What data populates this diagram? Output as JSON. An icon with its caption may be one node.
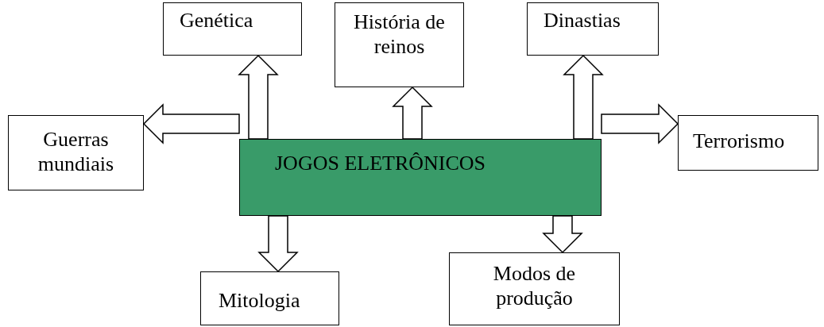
{
  "diagram": {
    "nodes": [
      {
        "text": [
          "Genética"
        ]
      },
      {
        "text": [
          "História de reinos"
        ]
      },
      {
        "text": [
          "Dinastias"
        ]
      },
      {
        "text": [
          "Guerras mundiais"
        ]
      },
      {
        "text": [
          "JOGOS ELETRÔNICOS"
        ]
      },
      {
        "text": [
          "Terrorismo"
        ]
      },
      {
        "text": [
          "Mitologia"
        ]
      },
      {
        "text": [
          "Modos de produção"
        ]
      }
    ],
    "edges": [
      {
        "from": 4,
        "to": 0,
        "arrow": "to"
      },
      {
        "from": 4,
        "to": 1,
        "arrow": "to"
      },
      {
        "from": 4,
        "to": 2,
        "arrow": "to"
      },
      {
        "from": 4,
        "to": 3,
        "arrow": "to"
      },
      {
        "from": 4,
        "to": 5,
        "arrow": "to"
      },
      {
        "from": 4,
        "to": 6,
        "arrow": "to"
      },
      {
        "from": 4,
        "to": 7,
        "arrow": "to"
      }
    ]
  }
}
